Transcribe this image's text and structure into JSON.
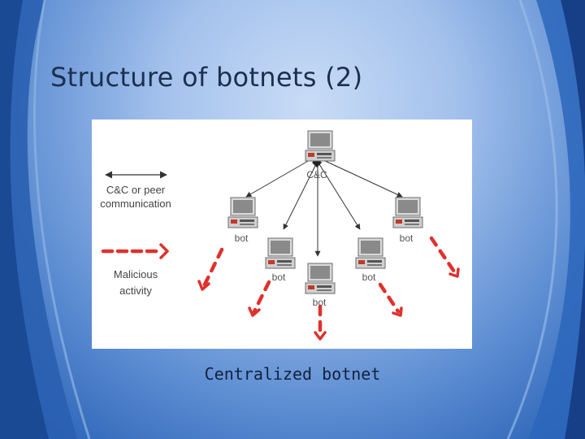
{
  "slide": {
    "title": "Structure of botnets (2)",
    "caption": "Centralized botnet"
  },
  "legend": {
    "comm_line1": "C&C or peer",
    "comm_line2": "communication",
    "malicious_line1": "Malicious",
    "malicious_line2": "activity"
  },
  "nodes": {
    "cc": "C&C",
    "bot": "bot"
  },
  "colors": {
    "background_light": "#c0d6f4",
    "background_dark": "#1d4f9c",
    "title": "#1c2f4f",
    "malicious_arrow": "#e0312c",
    "comm_arrow": "#333333"
  },
  "icons": [
    "computer-icon",
    "double-arrow-icon",
    "dashed-arrow-icon"
  ]
}
